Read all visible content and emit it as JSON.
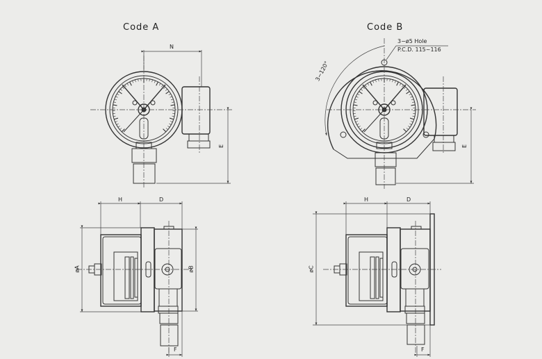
{
  "code_a": {
    "title": "Code A",
    "front_labels": {
      "n": "N",
      "e": "E"
    },
    "side_labels": {
      "h": "H",
      "d": "D",
      "dia_a": "øA",
      "dia_b": "øB",
      "f": "F"
    }
  },
  "code_b": {
    "title": "Code B",
    "hole_note": "3−ø5 Hole",
    "pcd_note": "P.C.D. 115~116",
    "angle_note": "3−120°",
    "front_labels": {
      "e": "E"
    },
    "side_labels": {
      "h": "H",
      "d": "D",
      "dia_c": "øC",
      "f": "F"
    }
  },
  "colors": {
    "background": "#ececea",
    "line": "#333333"
  }
}
